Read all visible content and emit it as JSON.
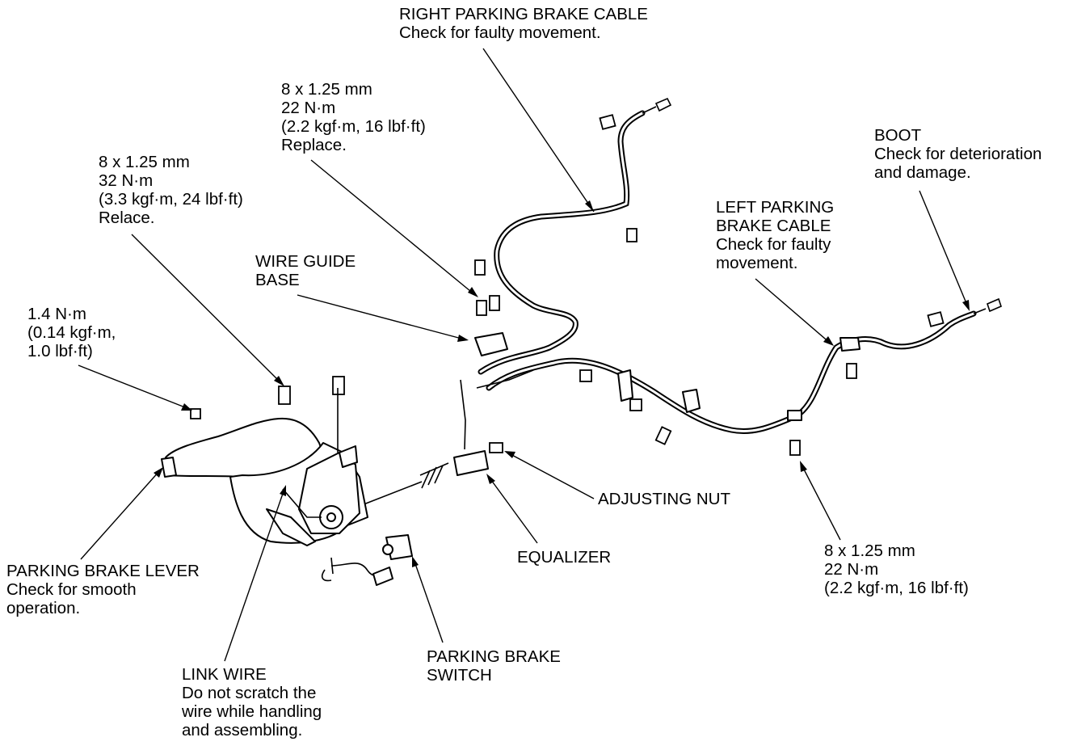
{
  "labels": {
    "right_cable": [
      "RIGHT PARKING BRAKE CABLE",
      "Check for faulty movement."
    ],
    "torque_22_replace": [
      "8 x 1.25 mm",
      "22 N·m",
      "(2.2 kgf·m, 16 lbf·ft)",
      "Replace."
    ],
    "torque_32_relace": [
      "8 x 1.25 mm",
      "32 N·m",
      "(3.3 kgf·m, 24 lbf·ft)",
      "Relace."
    ],
    "wire_guide_base": [
      "WIRE GUIDE",
      "BASE"
    ],
    "torque_1_4": [
      "1.4 N·m",
      "(0.14 kgf·m,",
      "1.0 lbf·ft)"
    ],
    "boot": [
      "BOOT",
      "Check for deterioration",
      "and damage."
    ],
    "left_cable": [
      "LEFT PARKING",
      "BRAKE CABLE",
      "Check for faulty",
      "movement."
    ],
    "adjusting_nut": [
      "ADJUSTING NUT"
    ],
    "equalizer": [
      "EQUALIZER"
    ],
    "torque_22_right": [
      "8 x 1.25 mm",
      "22 N·m",
      "(2.2 kgf·m, 16 lbf·ft)"
    ],
    "parking_brake_lever": [
      "PARKING BRAKE LEVER",
      "Check for smooth",
      "operation."
    ],
    "parking_brake_switch": [
      "PARKING BRAKE",
      "SWITCH"
    ],
    "link_wire": [
      "LINK WIRE",
      "Do not scratch the",
      "wire while handling",
      "and assembling."
    ]
  }
}
